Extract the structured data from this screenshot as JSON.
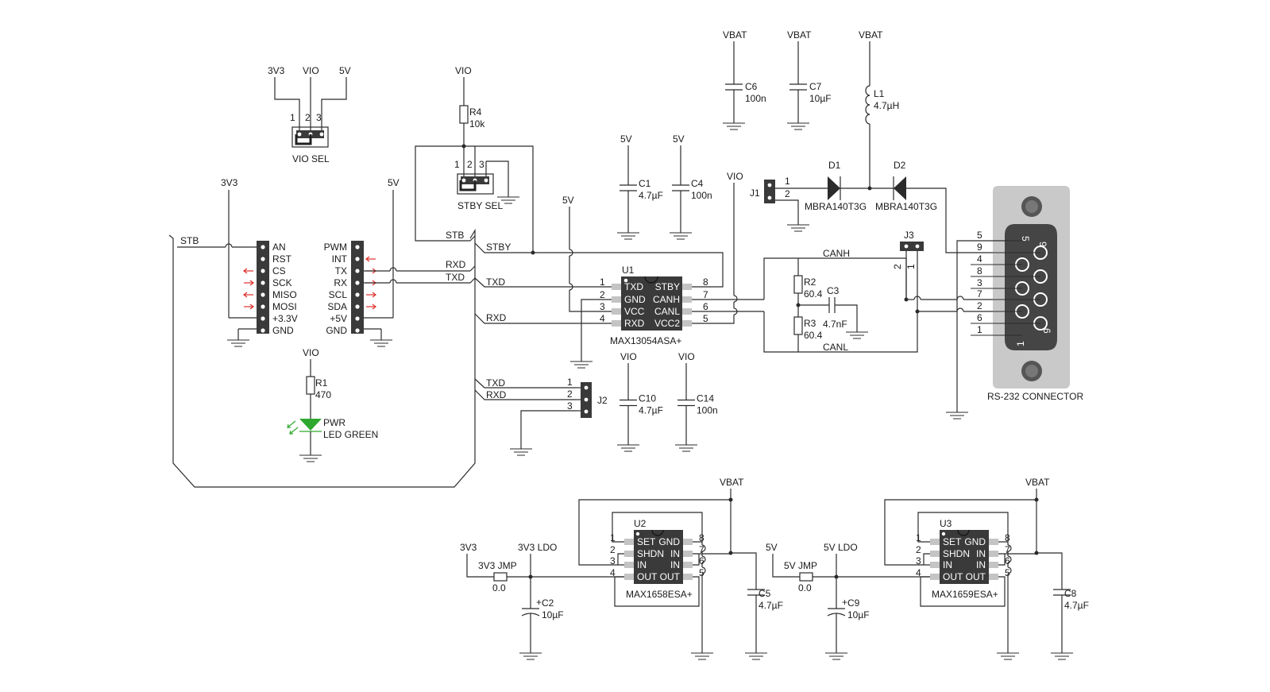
{
  "mikrobus": {
    "left_pins": [
      "AN",
      "RST",
      "CS",
      "SCK",
      "MISO",
      "MOSI",
      "+3.3V",
      "GND"
    ],
    "right_pins": [
      "PWM",
      "INT",
      "TX",
      "RX",
      "SCL",
      "SDA",
      "+5V",
      "GND"
    ],
    "power_left": "3V3",
    "power_right": "5V"
  },
  "vio_sel": {
    "title": "VIO SEL",
    "rails": [
      "3V3",
      "VIO",
      "5V"
    ],
    "pins": [
      "1",
      "2",
      "3"
    ]
  },
  "stby_sel": {
    "title": "STBY SEL",
    "rail": "VIO",
    "pins": [
      "1",
      "2",
      "3"
    ]
  },
  "r4": {
    "ref": "R4",
    "value": "10k"
  },
  "r1": {
    "ref": "R1",
    "value": "470",
    "rail": "VIO"
  },
  "led": {
    "ref": "PWR",
    "value": "LED GREEN"
  },
  "nets": {
    "stb": "STB",
    "stby": "STBY",
    "rxd": "RXD",
    "txd": "TXD",
    "vio": "VIO",
    "v5": "5V",
    "v3v3": "3V3",
    "vbat": "VBAT",
    "canh": "CANH",
    "canl": "CANL"
  },
  "u1": {
    "ref": "U1",
    "part": "MAX13054ASA+",
    "left": [
      {
        "n": "1",
        "name": "TXD"
      },
      {
        "n": "2",
        "name": "GND"
      },
      {
        "n": "3",
        "name": "VCC"
      },
      {
        "n": "4",
        "name": "RXD"
      }
    ],
    "right": [
      {
        "n": "8",
        "name": "STBY"
      },
      {
        "n": "7",
        "name": "CANH"
      },
      {
        "n": "6",
        "name": "CANL"
      },
      {
        "n": "5",
        "name": "VCC2"
      }
    ]
  },
  "caps": {
    "c1": {
      "ref": "C1",
      "value": "4.7µF"
    },
    "c4": {
      "ref": "C4",
      "value": "100n"
    },
    "c6": {
      "ref": "C6",
      "value": "100n"
    },
    "c7": {
      "ref": "C7",
      "value": "10µF"
    },
    "c10": {
      "ref": "C10",
      "value": "4.7µF"
    },
    "c14": {
      "ref": "C14",
      "value": "100n"
    },
    "c3": {
      "ref": "C3",
      "value": "4.7nF"
    },
    "c2": {
      "ref": "C2",
      "value": "10µF"
    },
    "c5": {
      "ref": "C5",
      "value": "4.7µF"
    },
    "c9": {
      "ref": "C9",
      "value": "10µF"
    },
    "c8": {
      "ref": "C8",
      "value": "4.7µF"
    }
  },
  "l1": {
    "ref": "L1",
    "value": "4.7µH"
  },
  "d1": {
    "ref": "D1",
    "value": "MBRA140T3G"
  },
  "d2": {
    "ref": "D2",
    "value": "MBRA140T3G"
  },
  "j1": {
    "ref": "J1",
    "pins": [
      "1",
      "2"
    ]
  },
  "j2": {
    "ref": "J2",
    "pins": [
      "1",
      "2",
      "3"
    ],
    "nets": [
      "TXD",
      "RXD"
    ]
  },
  "j3": {
    "ref": "J3",
    "pins": [
      "2",
      "1"
    ]
  },
  "r2": {
    "ref": "R2",
    "value": "60.4"
  },
  "r3": {
    "ref": "R3",
    "value": "60.4"
  },
  "dsub": {
    "title": "RS-232 CONNECTOR",
    "pin_numbers": [
      "5",
      "9",
      "4",
      "8",
      "3",
      "7",
      "2",
      "6",
      "1"
    ],
    "body_labels": [
      "5",
      "9",
      "1",
      "6"
    ]
  },
  "u2": {
    "ref": "U2",
    "part": "MAX1658ESA+",
    "left": [
      {
        "n": "1",
        "name": "SET"
      },
      {
        "n": "2",
        "name": "SHDN"
      },
      {
        "n": "3",
        "name": "IN"
      },
      {
        "n": "4",
        "name": "OUT"
      }
    ],
    "right": [
      {
        "n": "8",
        "name": "GND"
      },
      {
        "n": "7",
        "name": "IN"
      },
      {
        "n": "6",
        "name": "IN"
      },
      {
        "n": "5",
        "name": "OUT"
      }
    ],
    "input": "3V3",
    "output": "3V3 LDO",
    "jumper": "3V3 JMP",
    "jumper_value": "0.0"
  },
  "u3": {
    "ref": "U3",
    "part": "MAX1659ESA+",
    "left": [
      {
        "n": "1",
        "name": "SET"
      },
      {
        "n": "2",
        "name": "SHDN"
      },
      {
        "n": "3",
        "name": "IN"
      },
      {
        "n": "4",
        "name": "OUT"
      }
    ],
    "right": [
      {
        "n": "8",
        "name": "GND"
      },
      {
        "n": "7",
        "name": "IN"
      },
      {
        "n": "6",
        "name": "IN"
      },
      {
        "n": "5",
        "name": "OUT"
      }
    ],
    "input": "5V",
    "output": "5V LDO",
    "jumper": "5V JMP",
    "jumper_value": "0.0"
  }
}
